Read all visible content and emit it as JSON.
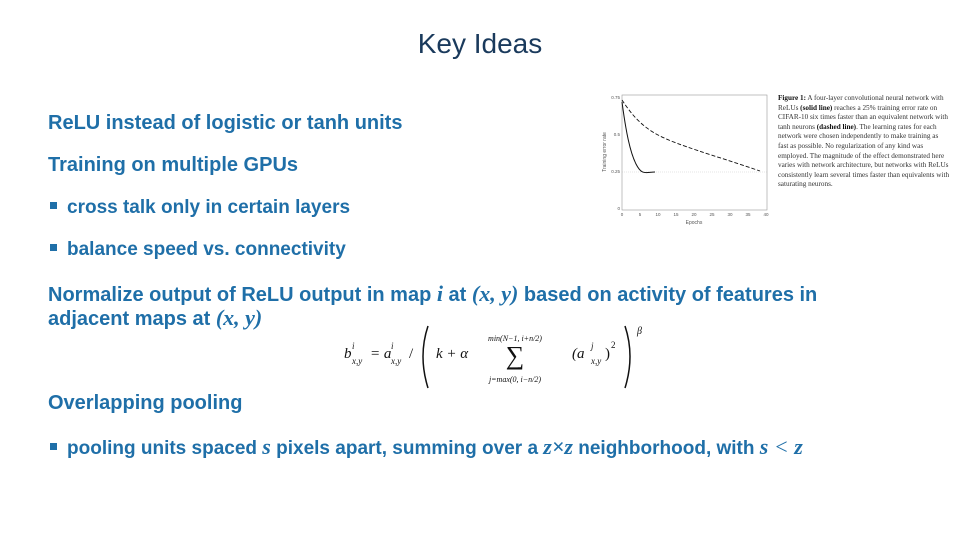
{
  "title": "Key Ideas",
  "lines": {
    "relu": "ReLU instead of logistic or tanh units",
    "gpus": "Training on multiple GPUs",
    "crosstalk": "cross talk only in certain layers",
    "balance": "balance speed vs. connectivity",
    "normalize_a": "Normalize output of ReLU output in map ",
    "normalize_i": "i",
    "normalize_b": " at ",
    "normalize_xy": "(x, y)",
    "normalize_c": " based on activity of features in",
    "normalize_d": "adjacent maps at ",
    "normalize_xy2": "(x, y)",
    "overlap": "Overlapping pooling",
    "pool_a": "pooling units spaced ",
    "pool_s": "s",
    "pool_b": " pixels apart, summing over a ",
    "pool_zz": "z×z",
    "pool_c": " neighborhood, with ",
    "pool_s2": "s",
    "pool_lt": " < ",
    "pool_z": "z"
  },
  "figure": {
    "ylabel": "Training error rate",
    "xlabel": "Epochs",
    "yticks": [
      "0.75",
      "0.5",
      "0.25",
      "0"
    ],
    "xticks": [
      "0",
      "5",
      "10",
      "15",
      "20",
      "25",
      "30",
      "35",
      "40"
    ]
  },
  "caption": {
    "label": "Figure 1:",
    "text1": " A four-layer convolutional neural network with ReLUs ",
    "solid": "(solid line)",
    "text2": " reaches a 25% training error rate on CIFAR-10 six times faster than an equivalent network with tanh neurons ",
    "dashed": "(dashed line)",
    "text3": ". The learning rates for each network were chosen independently to make training as fast as possible. No regularization of any kind was employed. The magnitude of the effect demonstrated here varies with network architecture, but networks with ReLUs consistently learn several times faster than equivalents with saturating neurons."
  },
  "formula": {
    "lhs": "b",
    "sup_i": "i",
    "sub_xy": "x,y",
    "eq": "= a",
    "div": "/",
    "k": "k + α",
    "sum_top": "min(N−1, i+n/2)",
    "sum_bot": "j=max(0, i−n/2)",
    "term": "(a",
    "sup_j": "j",
    "sq": "2",
    "beta": "β"
  }
}
